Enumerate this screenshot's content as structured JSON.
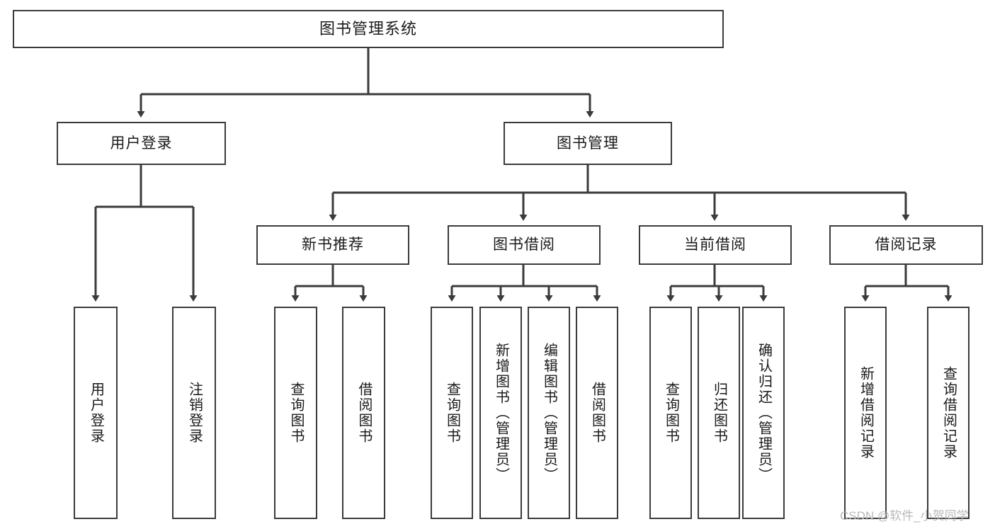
{
  "diagram": {
    "type": "tree-hierarchy",
    "title": "图书管理系统",
    "orientation": "top-down",
    "colors": {
      "box_border": "#3b3b3b",
      "box_fill": "#ffffff",
      "connector": "#3b3b3b",
      "text": "#1a1a1a",
      "watermark": "#b9b9b9",
      "background": "#ffffff"
    },
    "root": {
      "label": "图书管理系统"
    },
    "level2": [
      {
        "label": "用户登录"
      },
      {
        "label": "图书管理"
      }
    ],
    "level3": [
      {
        "label": "新书推荐"
      },
      {
        "label": "图书借阅"
      },
      {
        "label": "当前借阅"
      },
      {
        "label": "借阅记录"
      }
    ],
    "leaves": {
      "user_login": [
        {
          "label": "用户登录"
        },
        {
          "label": "注销登录"
        }
      ],
      "new_book_recommend": [
        {
          "label": "查询图书"
        },
        {
          "label": "借阅图书"
        }
      ],
      "book_borrow": [
        {
          "label": "查询图书"
        },
        {
          "label": "新增图书（管理员）"
        },
        {
          "label": "编辑图书（管理员）"
        },
        {
          "label": "借阅图书"
        }
      ],
      "current_borrow": [
        {
          "label": "查询图书"
        },
        {
          "label": "归还图书"
        },
        {
          "label": "确认归还（管理员）"
        }
      ],
      "borrow_records": [
        {
          "label": "新增借阅记录"
        },
        {
          "label": "查询借阅记录"
        }
      ]
    },
    "watermark": "CSDN @软件_小贺同学"
  }
}
